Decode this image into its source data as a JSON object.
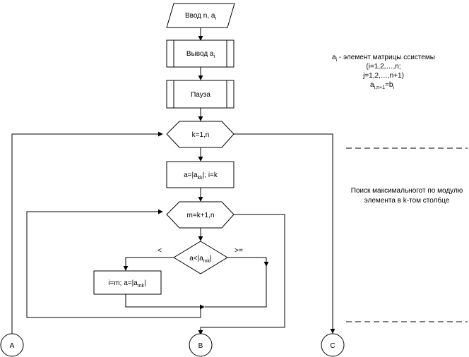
{
  "colors": {
    "stroke": "#000000",
    "fill": "#ffffff",
    "text": "#000000"
  },
  "blocks": {
    "input": {
      "text": "Ввод n, a",
      "sub": "i"
    },
    "output": {
      "text": "Вывод a",
      "sub": "i"
    },
    "pause": {
      "text": "Пауза"
    },
    "loop_k": {
      "text": "k=1,n"
    },
    "assign": {
      "pre": "a=|a",
      "sub": "kk",
      "post": "|; i=k"
    },
    "loop_m": {
      "text": "m=k+1,n"
    },
    "cond": {
      "pre": "a<|a",
      "sub": "mk",
      "post": "|"
    },
    "assign2": {
      "pre": "i=m; a=|a",
      "sub": "mk",
      "post": "|"
    }
  },
  "branch_labels": {
    "lt": "<",
    "ge": ">="
  },
  "connectors": {
    "a": "A",
    "b": "B",
    "c": "C"
  },
  "notes": {
    "line1_pre": "a",
    "line1_sub": "i",
    "line1_post": " - элемент матрицы ссистемы",
    "line2": "(i=1,2,…,n;",
    "line3": "j=1,2,…,n+1)",
    "line4_pre": "a",
    "line4_sub": "i,n+1",
    "line4_mid": "=b",
    "line4_sub2": "i",
    "comment1": "Поиск максимальногот по модулю",
    "comment2": "элемента в k-том столбце"
  }
}
